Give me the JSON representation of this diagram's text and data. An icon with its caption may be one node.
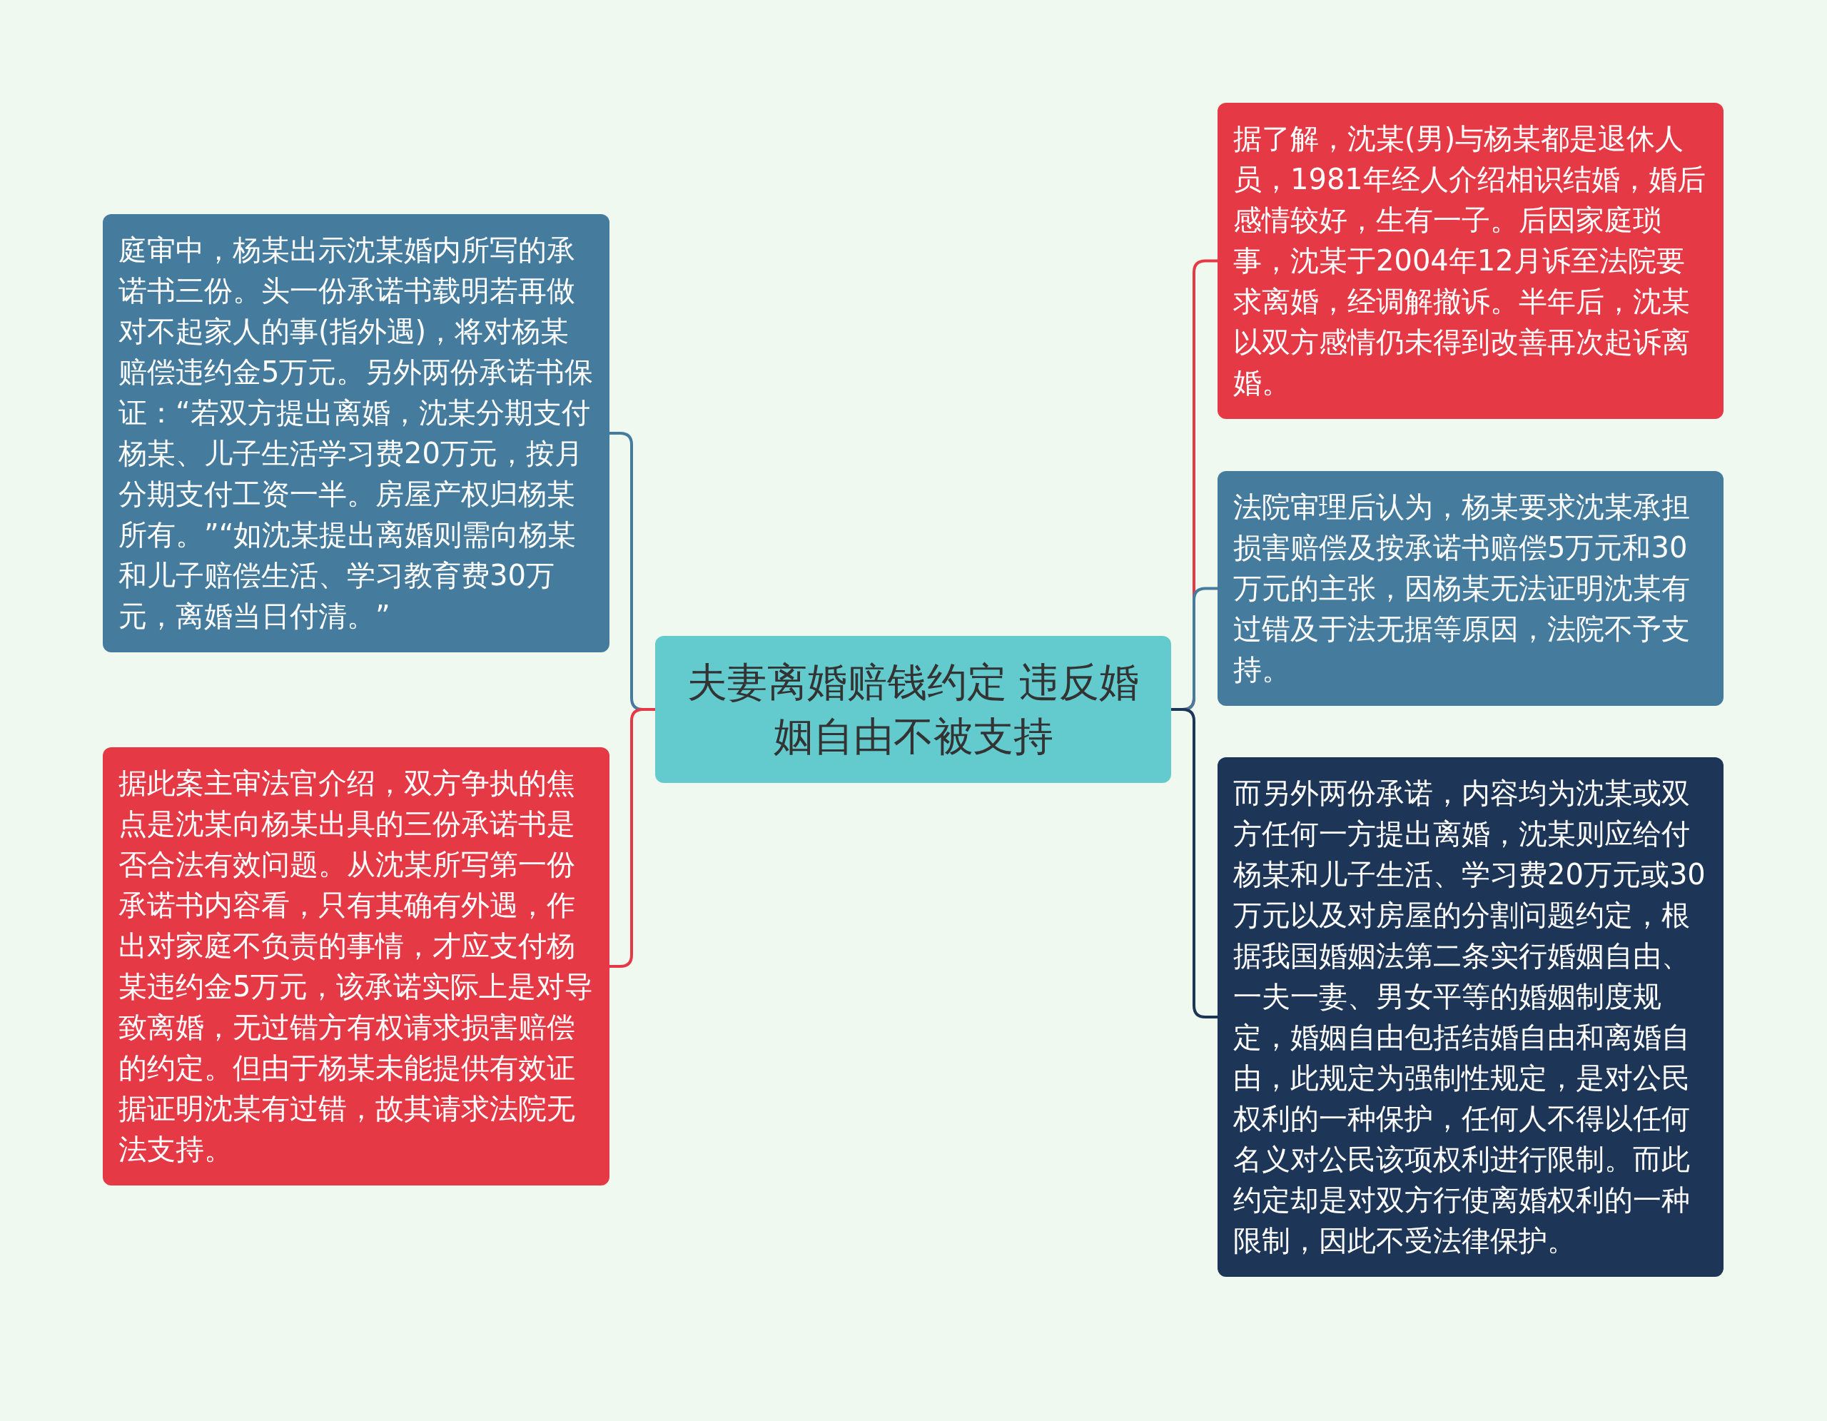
{
  "diagram": {
    "nodes": [
      {
        "text": [
          "夫妻离婚赔钱约定 违反婚姻自由不被支持"
        ]
      },
      {
        "text": [
          "庭审中，杨某出示沈某婚内所写的承诺书三份。头一份承诺书载明若再做对不起家人的事(指外遇)，将对杨某赔偿违约金5万元。另外两份承诺书保证：“若双方提出离婚，沈某分期支付杨某、儿子生活学习费20万元，按月分期支付工资一半。房屋产权归杨某所有。”“如沈某提出离婚则需向杨某和儿子赔偿生活、学习教育费30万元，离婚当日付清。”"
        ]
      },
      {
        "text": [
          "据此案主审法官介绍，双方争执的焦点是沈某向杨某出具的三份承诺书是否合法有效问题。从沈某所写第一份承诺书内容看，只有其确有外遇，作出对家庭不负责的事情，才应支付杨某违约金5万元，该承诺实际上是对导致离婚，无过错方有权请求损害赔偿的约定。但由于杨某未能提供有效证据证明沈某有过错，故其请求法院无法支持。"
        ]
      },
      {
        "text": [
          "据了解，沈某(男)与杨某都是退休人员，1981年经人介绍相识结婚，婚后感情较好，生有一子。后因家庭琐事，沈某于2004年12月诉至法院要求离婚，经调解撤诉。半年后，沈某以双方感情仍未得到改善再次起诉离婚。"
        ]
      },
      {
        "text": [
          "法院审理后认为，杨某要求沈某承担损害赔偿及按承诺书赔偿5万元和30万元的主张，因杨某无法证明沈某有过错及于法无据等原因，法院不予支持。"
        ]
      },
      {
        "text": [
          "而另外两份承诺，内容均为沈某或双方任何一方提出离婚，沈某则应给付杨某和儿子生活、学习费20万元或30万元以及对房屋的分割问题约定，根据我国婚姻法第二条实行婚姻自由、一夫一妻、男女平等的婚姻制度规定，婚姻自由包括结婚自由和离婚自由，此规定为强制性规定，是对公民权利的一种保护，任何人不得以任何名义对公民该项权利进行限制。而此约定却是对双方行使离婚权利的一种限制，因此不受法律保护。"
        ]
      }
    ],
    "edges": [
      {
        "from": 0,
        "to": 1,
        "arrow": "none",
        "color": "#457b9d"
      },
      {
        "from": 0,
        "to": 2,
        "arrow": "none",
        "color": "#e63946"
      },
      {
        "from": 0,
        "to": 3,
        "arrow": "none",
        "color": "#e63946"
      },
      {
        "from": 0,
        "to": 4,
        "arrow": "none",
        "color": "#457b9d"
      },
      {
        "from": 0,
        "to": 5,
        "arrow": "none",
        "color": "#1d3557"
      }
    ]
  }
}
